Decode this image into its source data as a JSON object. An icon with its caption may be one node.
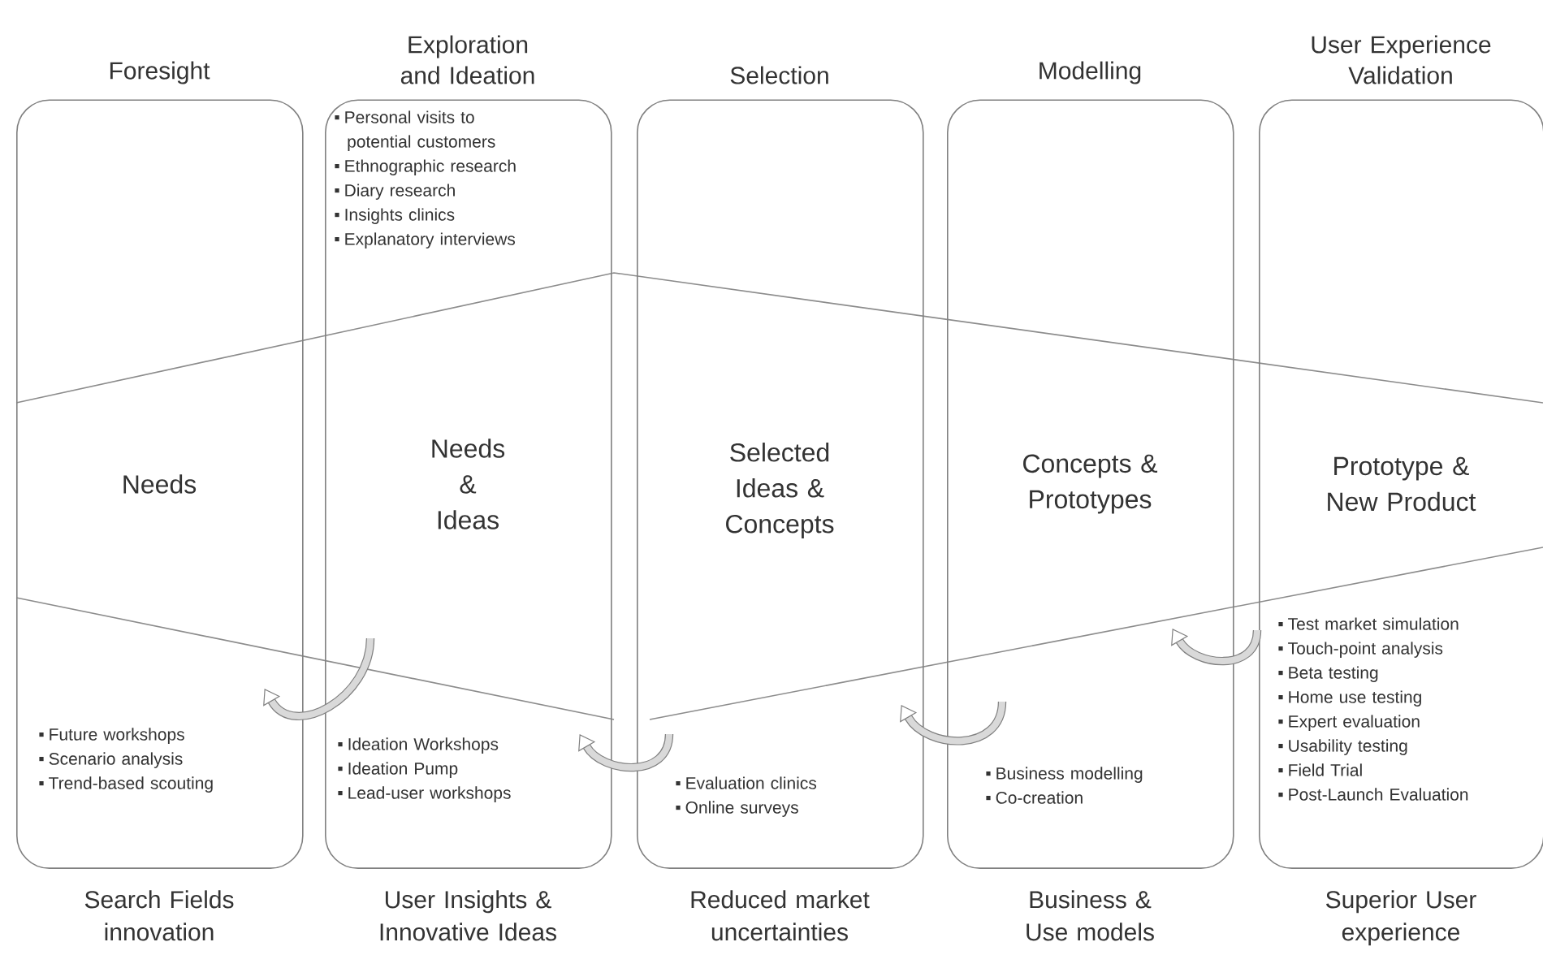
{
  "diagram": {
    "nodes": [
      {
        "text": [
          "Foresight",
          "Needs",
          "Future workshops",
          "Scenario analysis",
          "Trend-based scouting"
        ],
        "beside": [
          "Search Fields innovation"
        ]
      },
      {
        "text": [
          "Exploration and Ideation",
          "Personal visits to potential customers",
          "Ethnographic research",
          "Diary research",
          "Insights clinics",
          "Explanatory interviews",
          "Needs & Ideas",
          "Ideation Workshops",
          "Ideation Pump",
          "Lead-user workshops"
        ],
        "beside": [
          "User Insights & Innovative Ideas"
        ]
      },
      {
        "text": [
          "Selection",
          "Selected Ideas & Concepts",
          "Evaluation clinics",
          "Online surveys"
        ],
        "beside": [
          "Reduced market uncertainties"
        ]
      },
      {
        "text": [
          "Modelling",
          "Concepts & Prototypes",
          "Business modelling",
          "Co-creation"
        ],
        "beside": [
          "Business & Use models"
        ]
      },
      {
        "text": [
          "User Experience Validation",
          "Prototype & New Product",
          "Test market simulation",
          "Touch-point analysis",
          "Beta testing",
          "Home use testing",
          "Expert evaluation",
          "Usability testing",
          "Field Trial",
          "Post-Launch Evaluation"
        ],
        "beside": [
          "Superior User experience"
        ]
      }
    ],
    "edges": [
      {
        "from": 1,
        "to": 0,
        "arrow": "to"
      },
      {
        "from": 2,
        "to": 1,
        "arrow": "to"
      },
      {
        "from": 3,
        "to": 2,
        "arrow": "to"
      },
      {
        "from": 4,
        "to": 3,
        "arrow": "to"
      }
    ]
  }
}
